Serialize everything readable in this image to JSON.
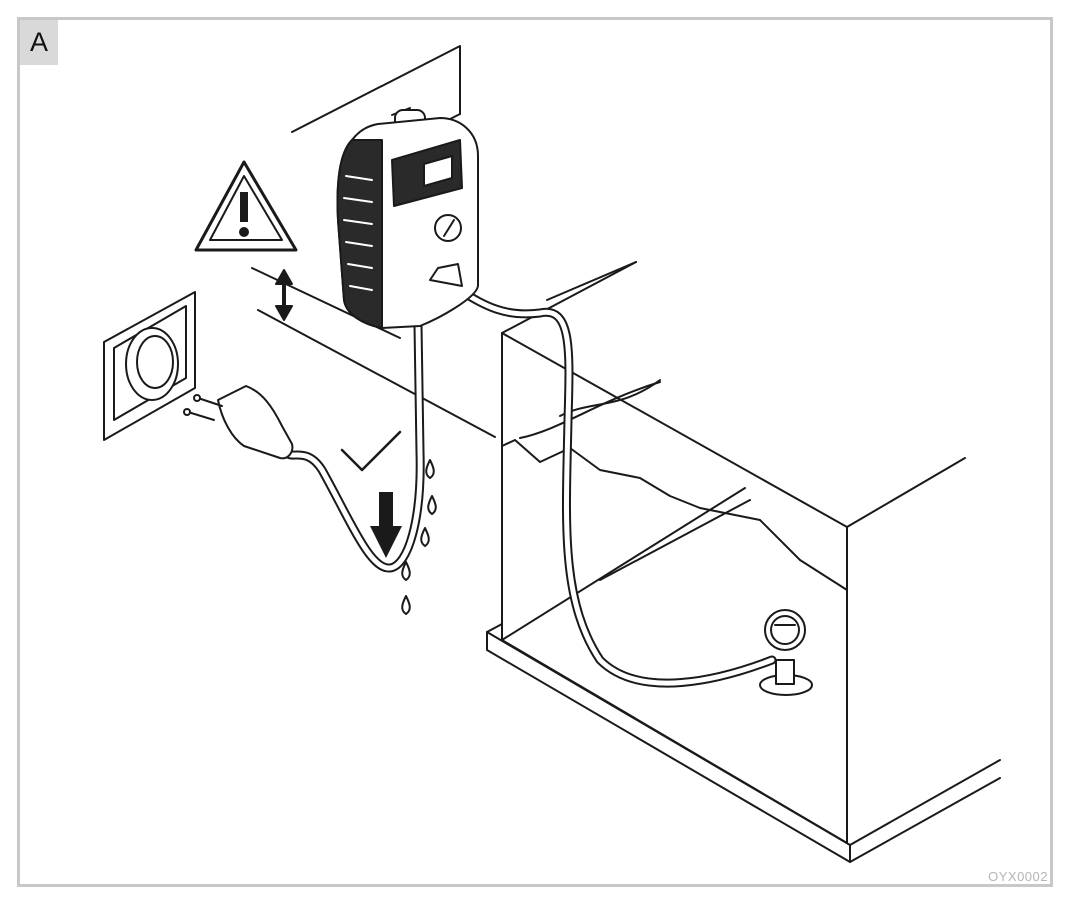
{
  "figure": {
    "panel_label": "A",
    "reference_code": "OYX0002"
  },
  "elements": {
    "warning_icon": "warning-triangle",
    "height_arrow_icon": "double-arrow-vertical",
    "checkmark_icon": "checkmark",
    "downward_arrow_icon": "arrow-down",
    "drip_loop": "drip-loop-cable",
    "pressure_gauge": "gauge"
  },
  "colors": {
    "line": "#1a1a1a",
    "frame": "#c8c8c8",
    "label_bg": "#d9d9d9",
    "pump_dark": "#2a2a2a",
    "pump_light": "#f0f0f0"
  }
}
